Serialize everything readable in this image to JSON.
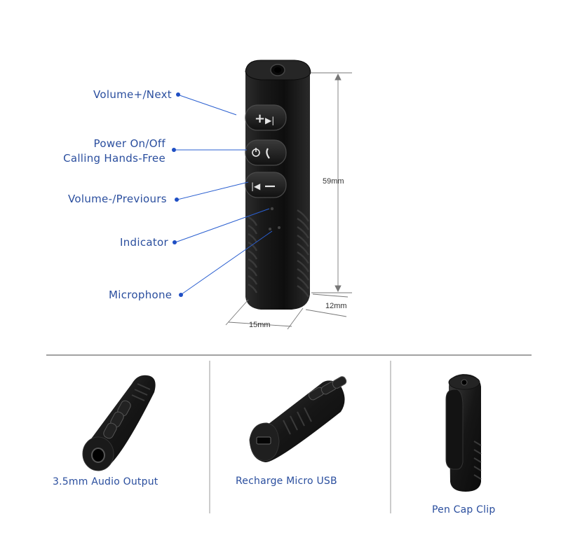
{
  "callouts": [
    {
      "id": "volume-plus-next",
      "lines": [
        "Volume+/Next"
      ]
    },
    {
      "id": "power-calling",
      "lines": [
        "Power On/Off",
        "Calling Hands-Free"
      ]
    },
    {
      "id": "volume-minus-previous",
      "lines": [
        "Volume-/Previours"
      ]
    },
    {
      "id": "indicator",
      "lines": [
        "Indicator"
      ]
    },
    {
      "id": "microphone",
      "lines": [
        "Microphone"
      ]
    }
  ],
  "dimensions": {
    "height": "59mm",
    "depth": "12mm",
    "width": "15mm"
  },
  "gallery": [
    {
      "id": "audio-output",
      "caption": "3.5mm Audio Output"
    },
    {
      "id": "micro-usb",
      "caption": "Recharge Micro USB"
    },
    {
      "id": "pen-clip",
      "caption": "Pen Cap Clip"
    }
  ],
  "colors": {
    "callout_text": "#2a4e9e",
    "callout_dot": "#1f4fc4",
    "device_body": "#1a1a1a"
  }
}
